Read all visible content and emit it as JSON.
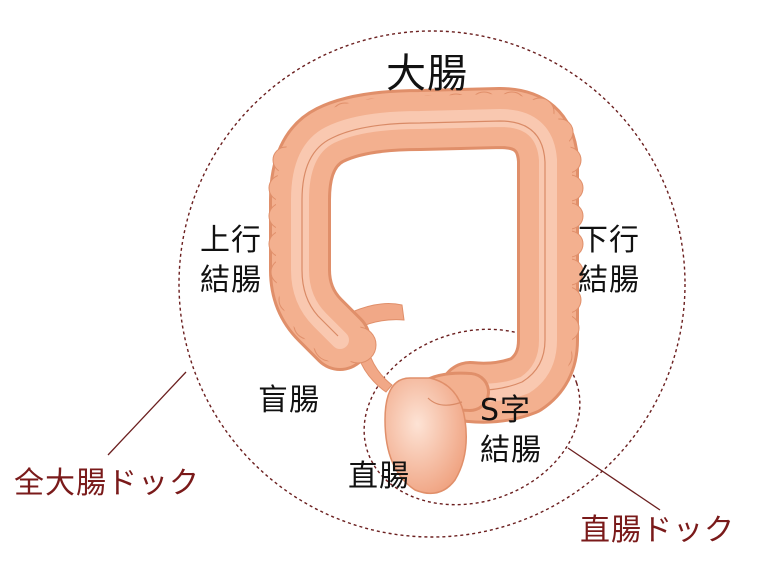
{
  "diagram": {
    "title": "大腸",
    "labels": {
      "ascending_colon": [
        "上行",
        "結腸"
      ],
      "descending_colon": [
        "下行",
        "結腸"
      ],
      "cecum": "盲腸",
      "sigmoid_colon": [
        "S字",
        "結腸"
      ],
      "rectum": "直腸"
    },
    "callouts": {
      "full_colon_dock": "全大腸ドック",
      "rectal_dock": "直腸ドック"
    }
  },
  "colors": {
    "organ_fill": "#f3b08f",
    "organ_edge": "#e08f6a",
    "organ_light": "#fbd6c2",
    "dashed_circle": "#6b1f1f",
    "callout_text": "#7a1a1a",
    "label_text": "#111111"
  }
}
